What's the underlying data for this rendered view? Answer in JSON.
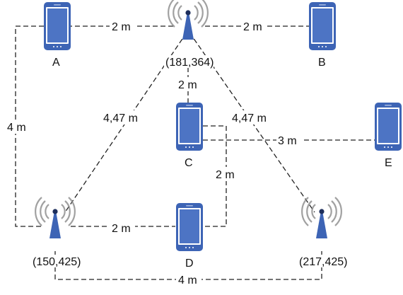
{
  "nodes": {
    "phone_A": {
      "label": "A"
    },
    "phone_B": {
      "label": "B"
    },
    "phone_C": {
      "label": "C"
    },
    "phone_D": {
      "label": "D"
    },
    "phone_E": {
      "label": "E"
    },
    "tower_top": {
      "coord": "(181,364)"
    },
    "tower_left": {
      "coord": "(150,425)"
    },
    "tower_right": {
      "coord": "(217,425)"
    }
  },
  "edges": {
    "a_top": {
      "label": "2 m"
    },
    "top_b": {
      "label": "2 m"
    },
    "top_c": {
      "label": "2 m"
    },
    "a_left": {
      "label": "4 m"
    },
    "top_left": {
      "label": "4,47 m"
    },
    "top_right": {
      "label": "4,47 m"
    },
    "c_e": {
      "label": "3 m"
    },
    "c_d": {
      "label": "2 m"
    },
    "left_d": {
      "label": "2 m"
    },
    "left_right": {
      "label": "4 m"
    }
  },
  "colors": {
    "device": "#3d64b5",
    "tower_signal": "#8a8a8a",
    "line": "#222222"
  },
  "icons": {
    "phone": "smartphone-icon",
    "tower": "antenna-tower-icon"
  }
}
